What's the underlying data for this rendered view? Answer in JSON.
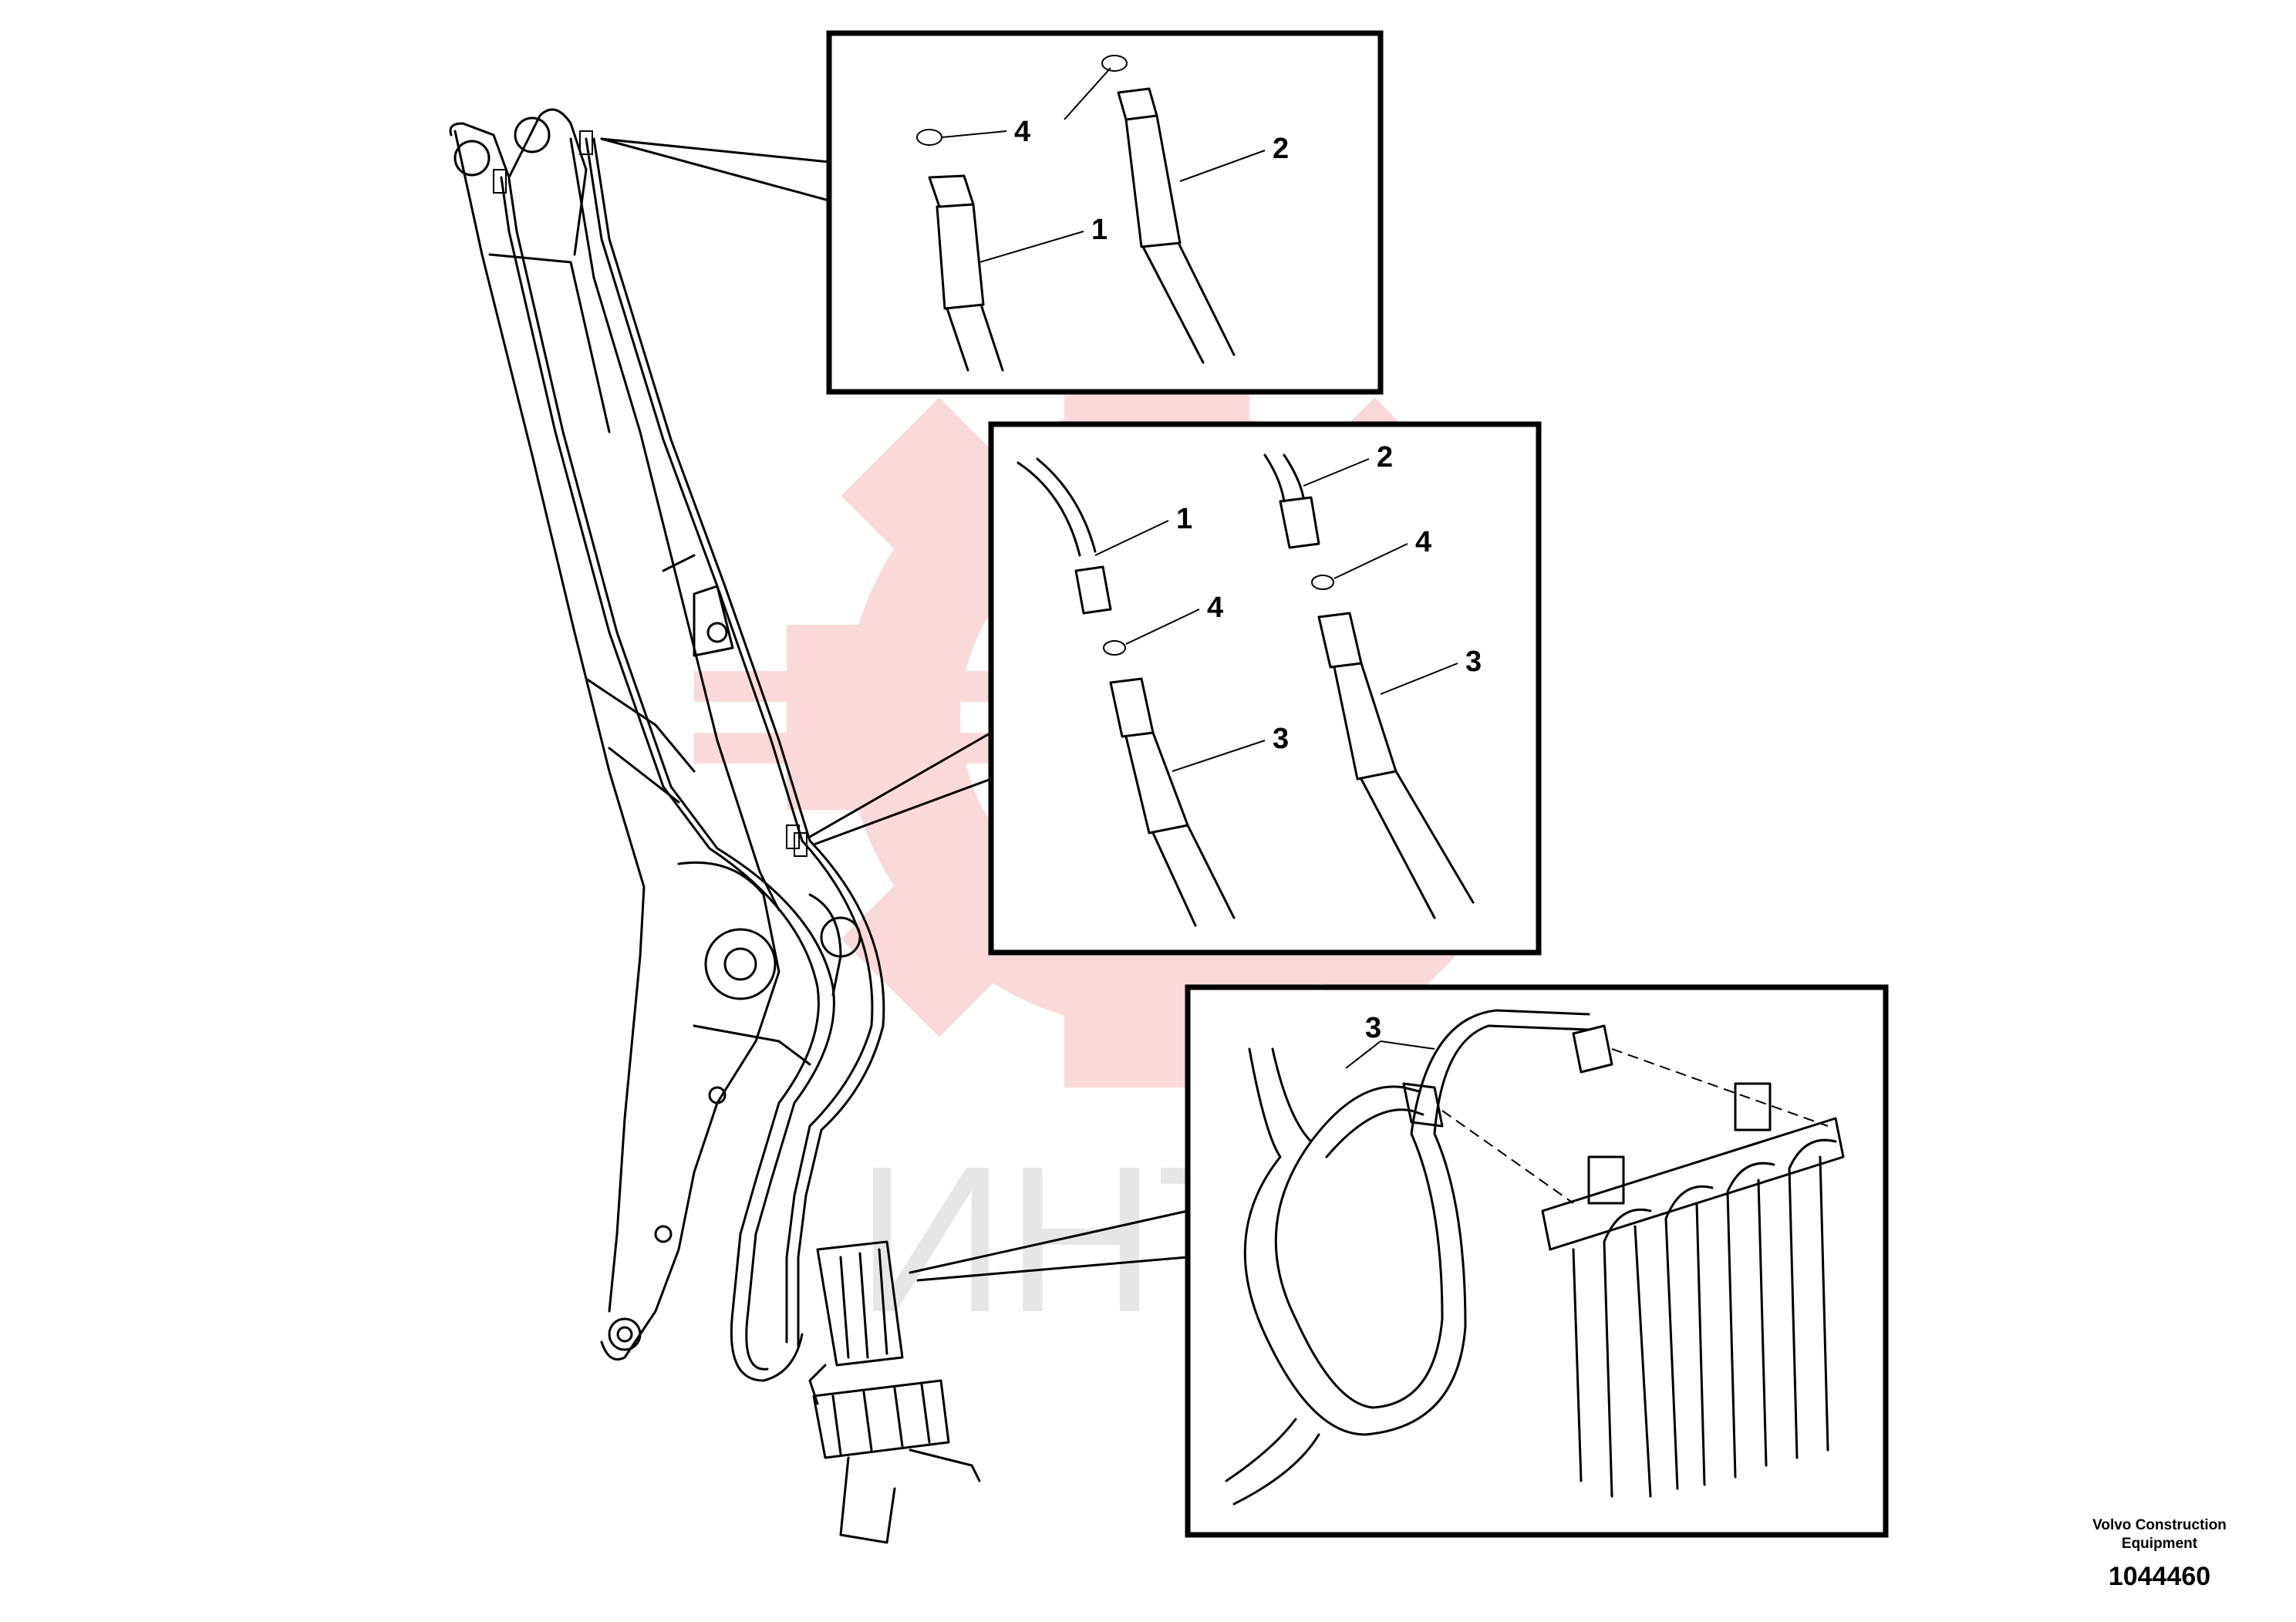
{
  "footer": {
    "brand_line1": "Volvo Construction",
    "brand_line2": "Equipment",
    "drawing_number": "1044460"
  },
  "watermark": {
    "text": "ИНТЕХ",
    "color": "#e8323c"
  },
  "detail_top": {
    "callouts": [
      "4",
      "2",
      "1"
    ]
  },
  "detail_middle": {
    "callouts": [
      "2",
      "1",
      "4",
      "4",
      "3",
      "3"
    ]
  },
  "detail_bottom": {
    "callouts": [
      "3"
    ]
  }
}
